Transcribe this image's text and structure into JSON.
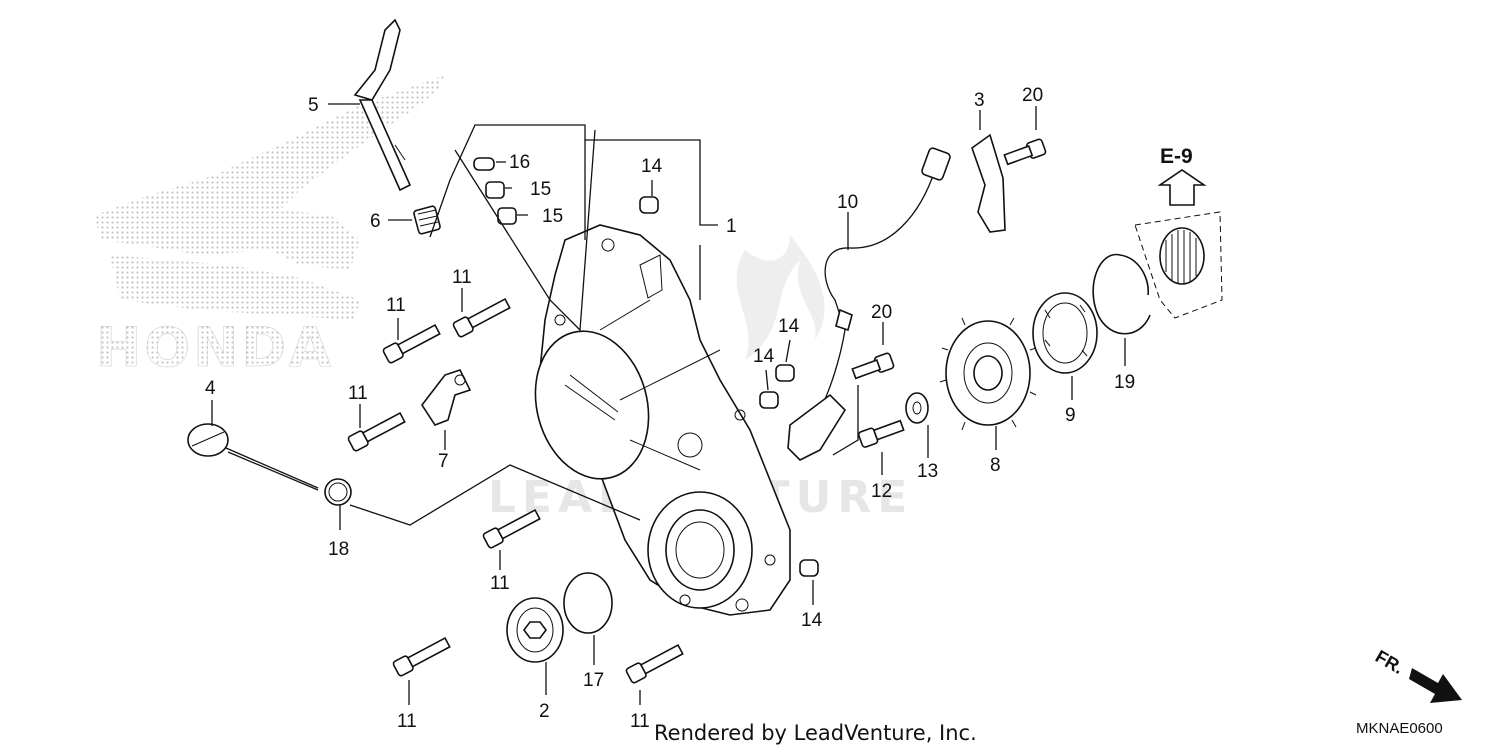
{
  "diagram": {
    "callouts": [
      "1",
      "2",
      "3",
      "4",
      "5",
      "6",
      "7",
      "8",
      "9",
      "10",
      "11",
      "12",
      "13",
      "14",
      "15",
      "16",
      "17",
      "18",
      "19",
      "20"
    ],
    "reference_label": "E-9",
    "direction_label": "FR.",
    "brand_logo_text": "HONDA",
    "watermark_text": "LEADVENTURE",
    "credit": "Rendered by LeadVenture, Inc.",
    "diagram_code": "MKNAE0600"
  },
  "colors": {
    "line": "#111111",
    "logo_dots": "#c8c8c8",
    "watermark": "#e6e6e6",
    "background": "#ffffff"
  }
}
